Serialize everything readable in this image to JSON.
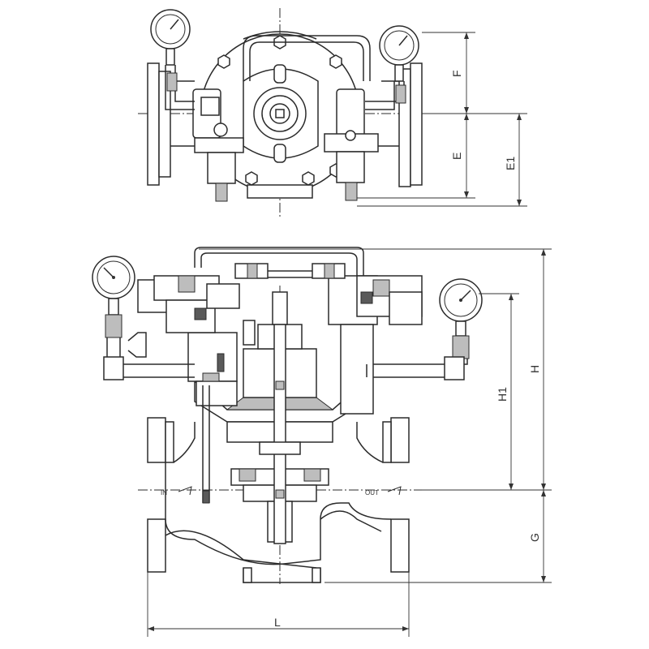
{
  "dimensions": {
    "f": "F",
    "e": "E",
    "e1": "E1",
    "h": "H",
    "h1": "H1",
    "g": "G",
    "l": "L"
  },
  "flow": {
    "inlet": "IN",
    "outlet": "OUT"
  }
}
